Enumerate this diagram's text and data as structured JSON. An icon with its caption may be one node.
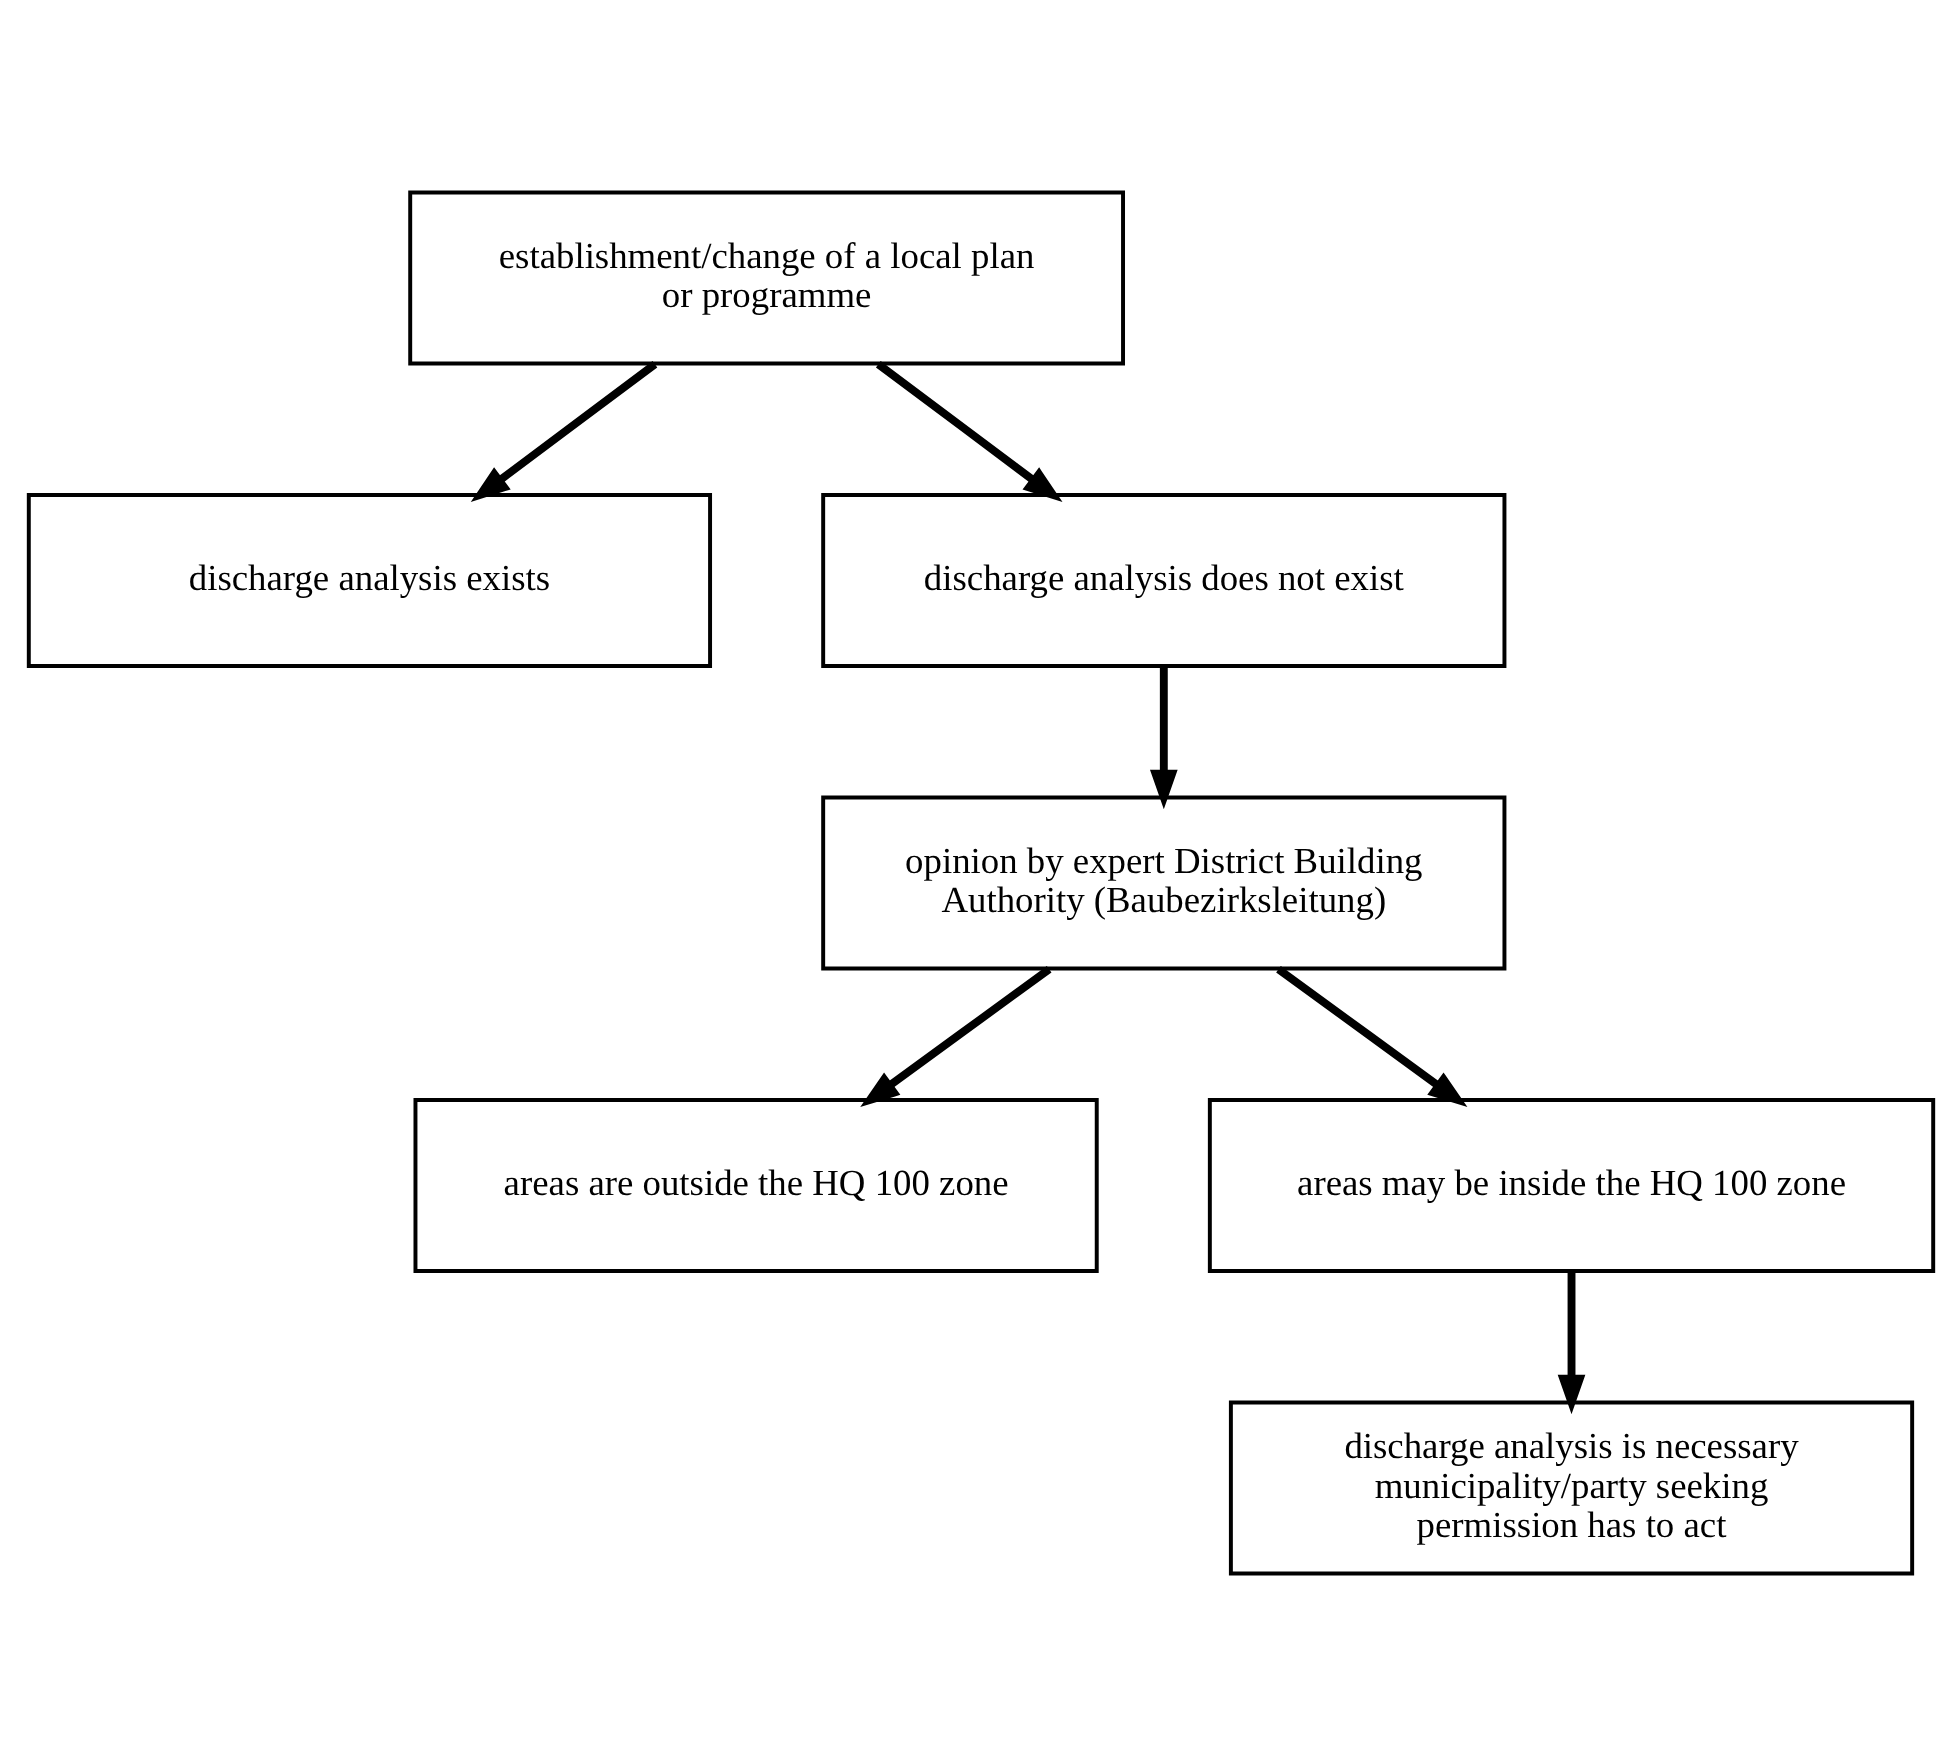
{
  "diagram": {
    "nodes": [
      {
        "text": [
          "establishment/change of a local plan or programme"
        ]
      },
      {
        "text": [
          "discharge analysis exists"
        ]
      },
      {
        "text": [
          "discharge analysis does not exist"
        ]
      },
      {
        "text": [
          "opinion by expert District Building Authority (Baubezirksleitung)"
        ]
      },
      {
        "text": [
          "areas are outside the HQ 100 zone"
        ]
      },
      {
        "text": [
          "areas may be inside the HQ 100 zone"
        ]
      },
      {
        "text": [
          "discharge analysis is necessary municipality/party seeking permission has to act"
        ]
      }
    ],
    "edges": [
      {
        "from": 0,
        "to": 1,
        "arrow": "to"
      },
      {
        "from": 0,
        "to": 2,
        "arrow": "to"
      },
      {
        "from": 2,
        "to": 3,
        "arrow": "to"
      },
      {
        "from": 3,
        "to": 4,
        "arrow": "to"
      },
      {
        "from": 3,
        "to": 5,
        "arrow": "to"
      },
      {
        "from": 5,
        "to": 6,
        "arrow": "to"
      }
    ]
  }
}
